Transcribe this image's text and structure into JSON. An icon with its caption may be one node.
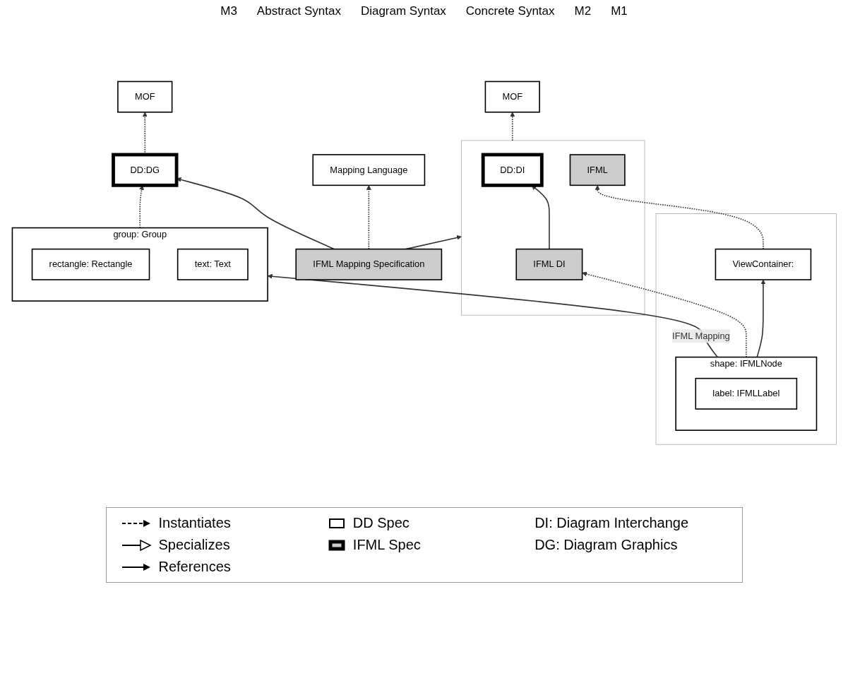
{
  "diagram": {
    "nodes": [
      {
        "text": [
          "MOF"
        ]
      },
      {
        "text": [
          "Mapping Language"
        ]
      },
      {
        "text": [
          "MOF"
        ]
      },
      {
        "text": [],
        "shape": "box"
      },
      {
        "text": [
          "DD:DI"
        ],
        "in": 3
      },
      {
        "text": [
          "IFML"
        ],
        "in": 3
      },
      {
        "text": [
          "IFML DI"
        ],
        "in": 3
      },
      {
        "text": [
          "IFML Mapping Specification"
        ]
      },
      {
        "text": [
          "DD:DG"
        ]
      },
      {
        "text": [],
        "shape": "box"
      },
      {
        "text": [
          "ViewContainer:"
        ],
        "in": 9
      },
      {
        "text": [
          "shape: IFMLNode"
        ],
        "in": 9
      },
      {
        "text": [
          "label: IFMLLabel"
        ],
        "in": 11
      },
      {
        "text": [
          "group: Group"
        ]
      },
      {
        "text": [
          "rectangle: Rectangle"
        ],
        "in": 13
      },
      {
        "text": [
          "text: Text"
        ],
        "in": 13
      }
    ],
    "edges": [
      {
        "from": 3,
        "to": 0,
        "arrow": "to",
        "style": "dashed"
      },
      {
        "from": 7,
        "to": 1,
        "arrow": "to",
        "style": "dashed"
      },
      {
        "from": 8,
        "to": 2,
        "arrow": "to",
        "style": "dashed"
      },
      {
        "from": 6,
        "to": 4,
        "arrow": "to"
      },
      {
        "from": 7,
        "to": 3,
        "arrow": "to"
      },
      {
        "from": 7,
        "to": 8,
        "arrow": "to"
      },
      {
        "from": 10,
        "to": 5,
        "arrow": "to",
        "style": "dashed"
      },
      {
        "from": 11,
        "to": 6,
        "arrow": "to",
        "style": "dashed"
      },
      {
        "from": 11,
        "to": 10,
        "arrow": "to"
      },
      {
        "from": 11,
        "to": 13,
        "label": "IFML Mapping",
        "arrow": "to"
      },
      {
        "from": 13,
        "to": 8,
        "arrow": "to",
        "style": "dashed"
      }
    ],
    "labels": [
      "M3",
      "Abstract Syntax",
      "Diagram Syntax",
      "Concrete Syntax",
      "M2",
      "M1"
    ],
    "legend": [
      {
        "text": "Instantiates"
      },
      {
        "text": "DD Spec"
      },
      {
        "text": "DI: Diagram Interchange"
      },
      {
        "text": "Specializes"
      },
      {
        "text": "IFML Spec"
      },
      {
        "text": "DG: Diagram Graphics"
      },
      {
        "text": "References"
      }
    ]
  }
}
